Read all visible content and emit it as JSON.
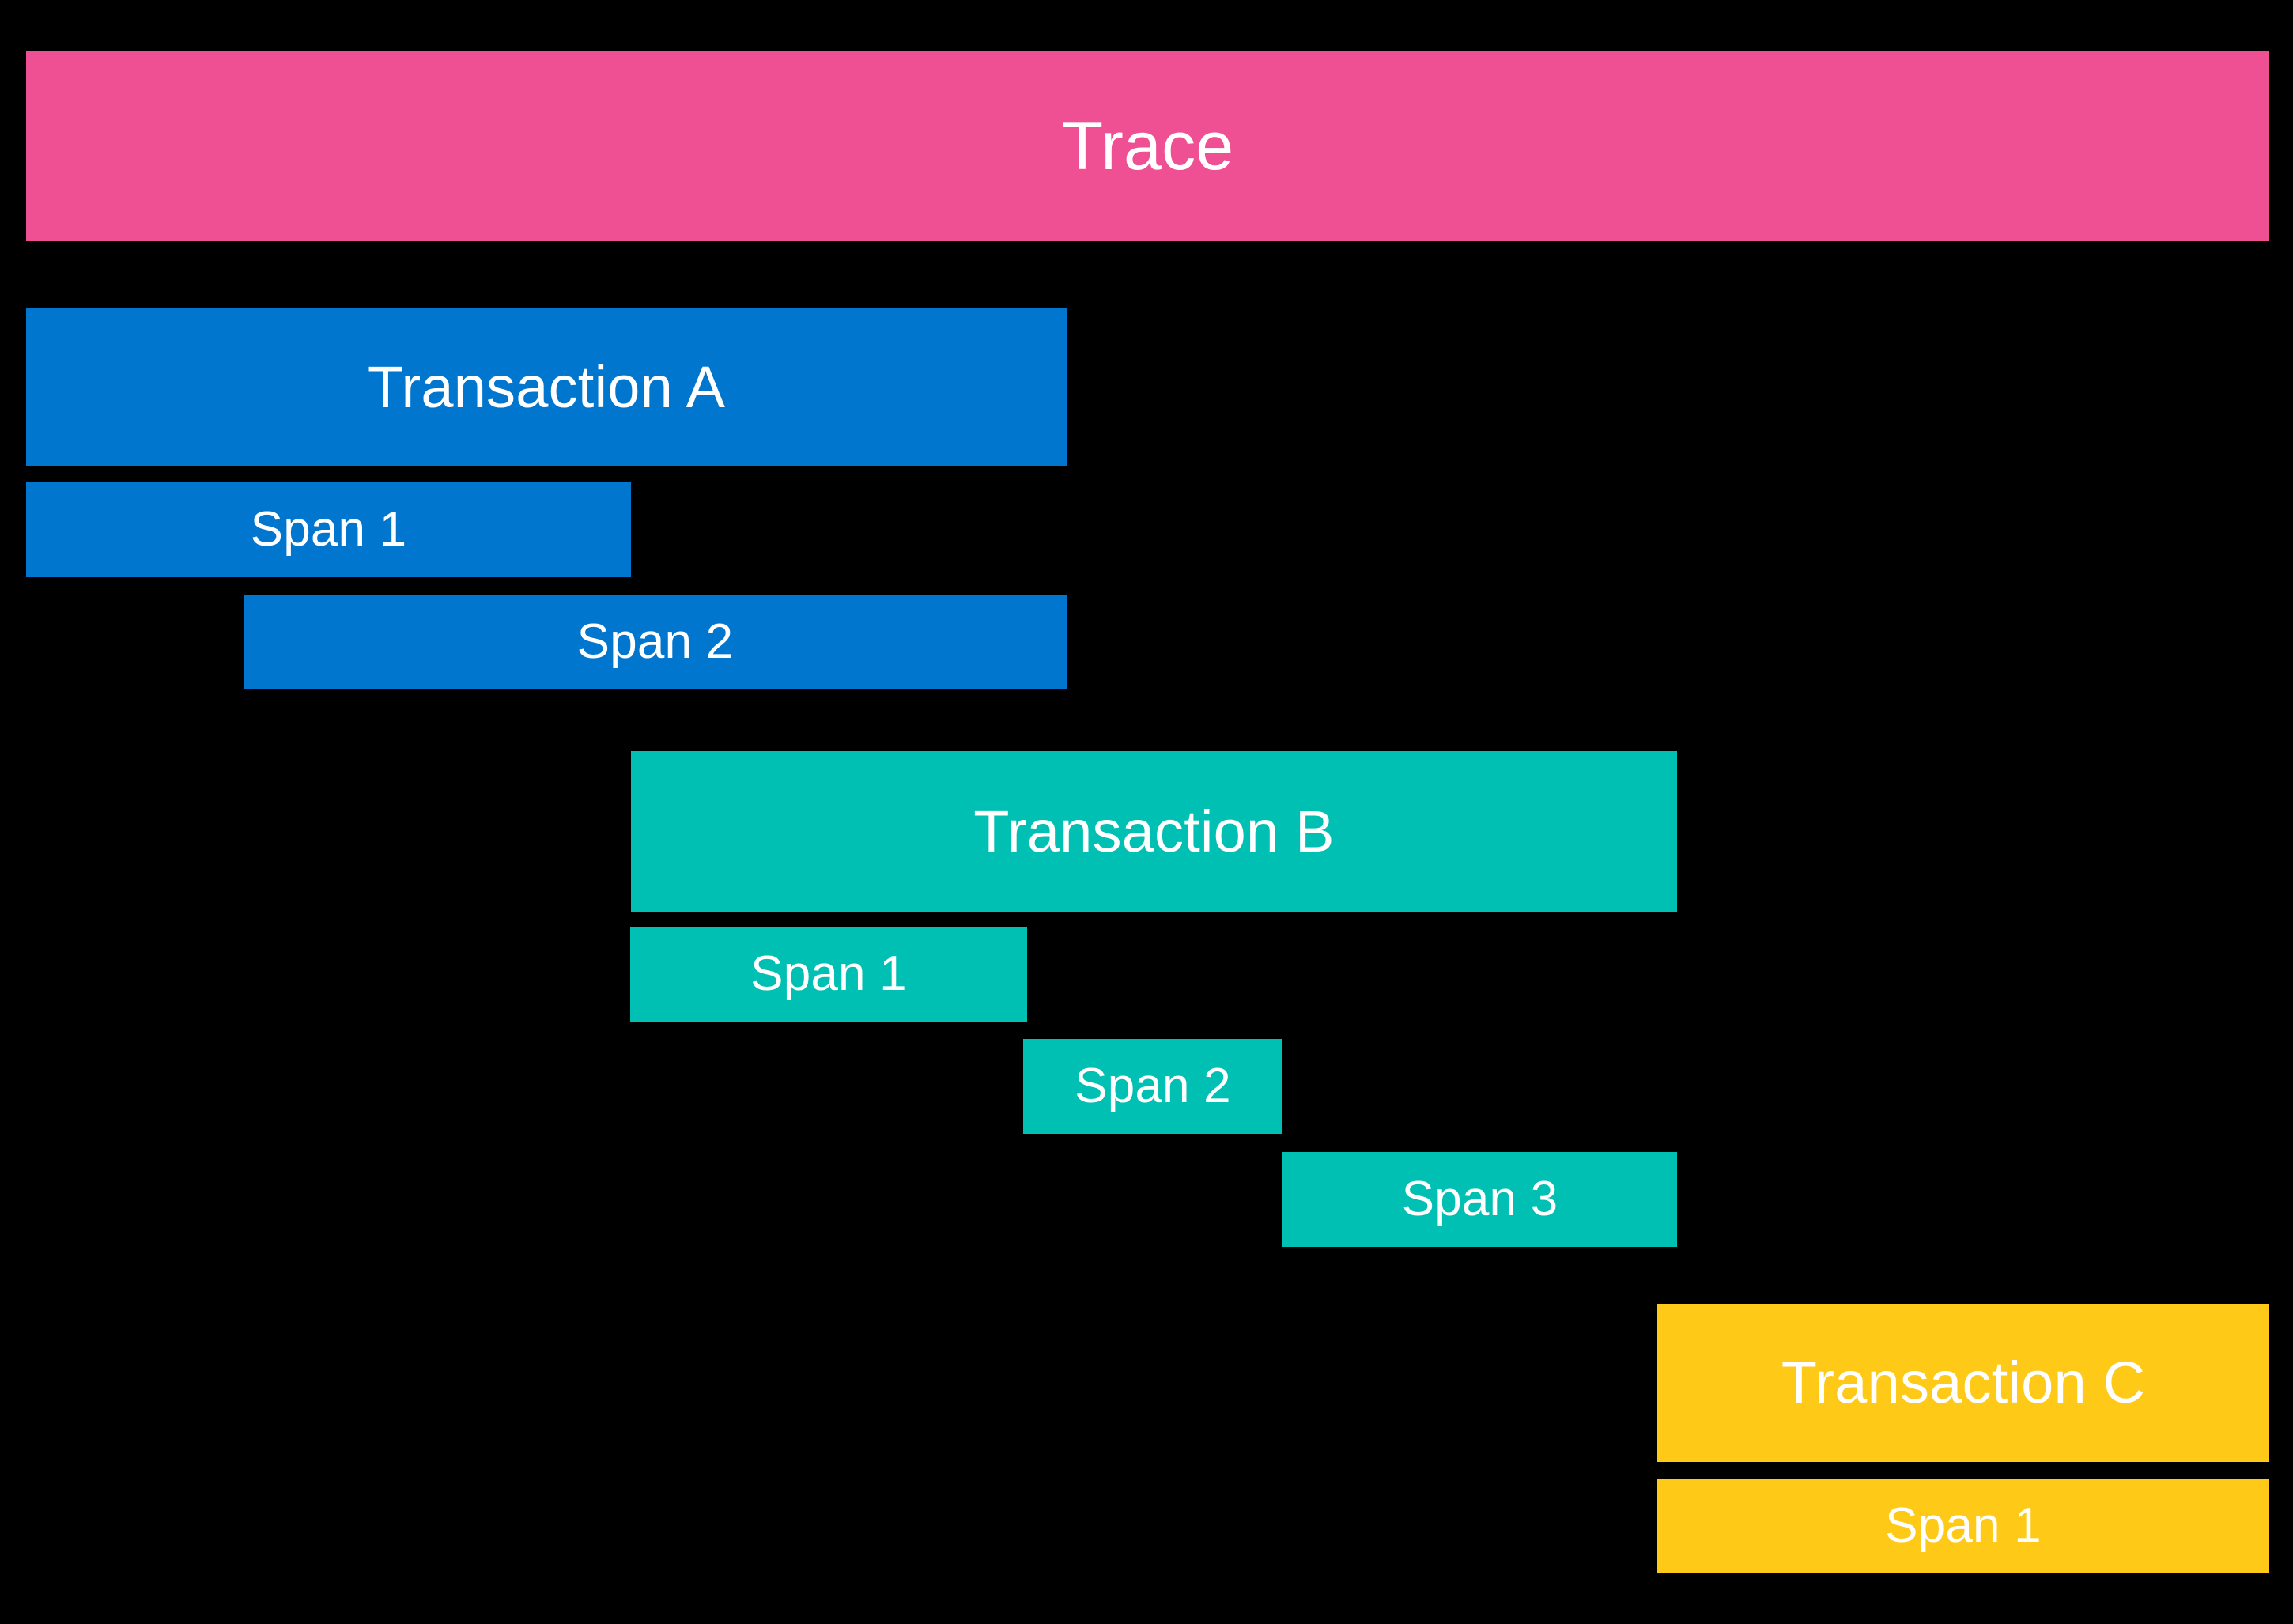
{
  "diagram": {
    "title": "Trace",
    "background_color": "#000000",
    "text_color": "#ffffff"
  },
  "colors": {
    "trace": "#ef4f93",
    "transaction_a": "#0176ce",
    "transaction_b": "#00bfb3",
    "transaction_c": "#ffc917"
  },
  "trace": {
    "label": "Trace"
  },
  "transactions": [
    {
      "label": "Transaction A",
      "color": "#0176ce",
      "spans": [
        {
          "label": "Span 1"
        },
        {
          "label": "Span 2"
        }
      ]
    },
    {
      "label": "Transaction B",
      "color": "#00bfb3",
      "spans": [
        {
          "label": "Span 1"
        },
        {
          "label": "Span 2"
        },
        {
          "label": "Span 3"
        }
      ]
    },
    {
      "label": "Transaction C",
      "color": "#ffc917",
      "spans": [
        {
          "label": "Span 1"
        }
      ]
    }
  ]
}
